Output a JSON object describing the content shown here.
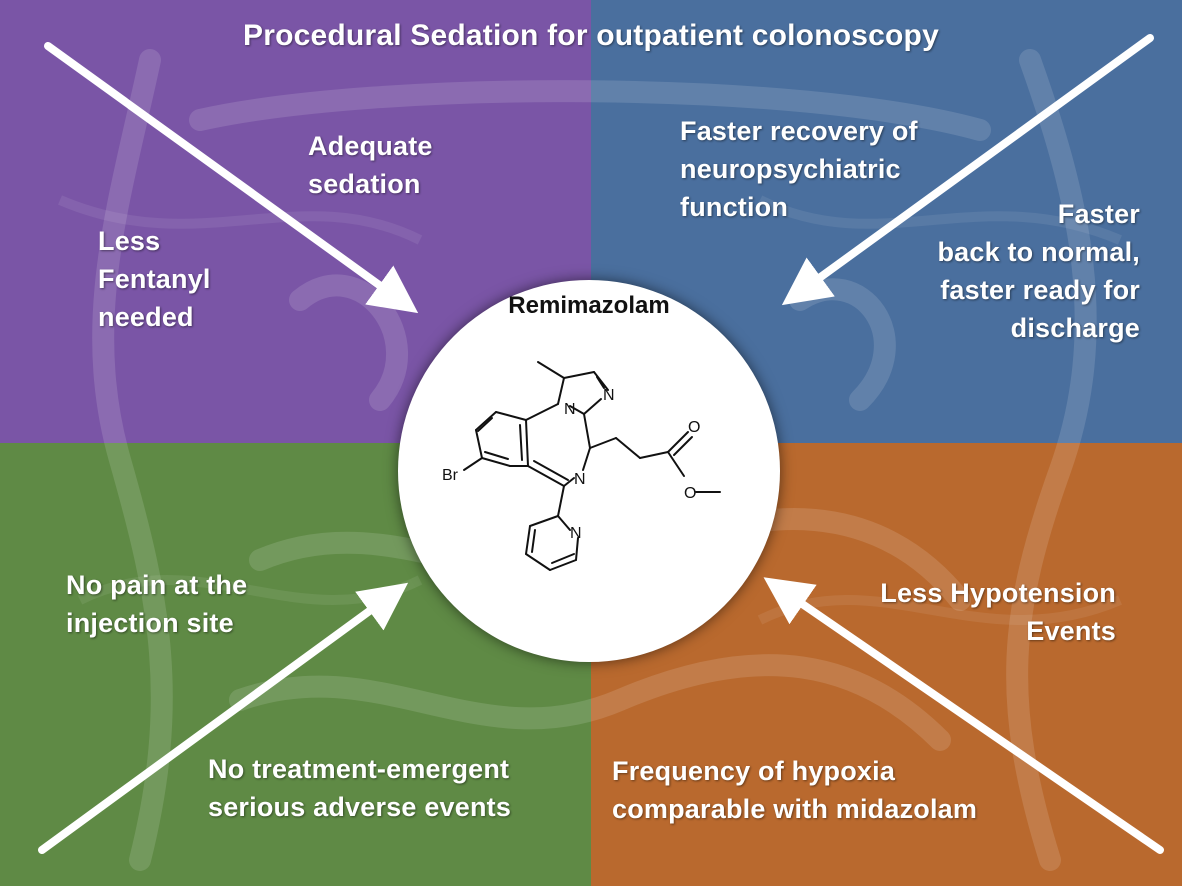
{
  "title": "Procedural Sedation for outpatient colonoscopy",
  "center": {
    "compound_name": "Remimazolam",
    "atoms": {
      "br": "Br",
      "n_top": "N",
      "n_left": "N",
      "n_mid": "N",
      "n_pyr": "N",
      "o_carbonyl": "O",
      "o_ester": "O"
    }
  },
  "labels": {
    "top_left_inner": "Adequate\nsedation",
    "top_left_outer": "Less\nFentanyl\nneeded",
    "top_right_inner": "Faster recovery of\nneuropsychiatric\nfunction",
    "top_right_outer": "Faster\nback to normal,\nfaster ready for\ndischarge",
    "bottom_left_upper": "No pain at the\ninjection site",
    "bottom_left_lower": "No treatment-emergent\nserious adverse events",
    "bottom_right_upper": "Less Hypotension\nEvents",
    "bottom_right_lower": "Frequency of hypoxia\ncomparable with midazolam"
  },
  "colors": {
    "top_left": "#7a55a6",
    "top_right": "#4a6f9e",
    "bottom_left": "#5f8a45",
    "bottom_right": "#b9692e",
    "arrow": "#ffffff"
  }
}
